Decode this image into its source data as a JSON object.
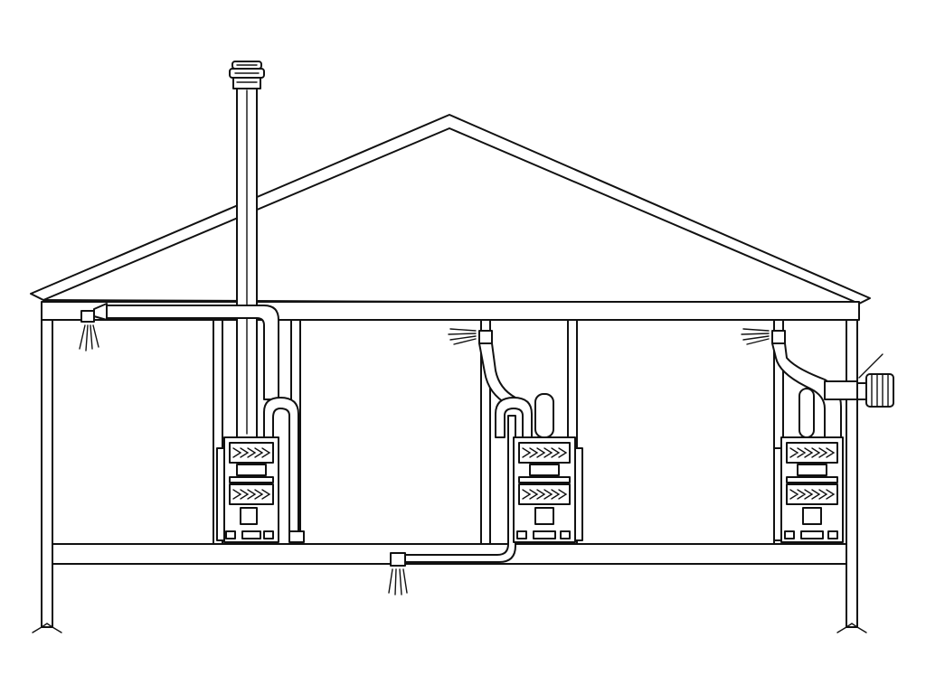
{
  "diagram": {
    "furnace_count": 3,
    "colors": {
      "line": "#111111",
      "background": "#ffffff"
    },
    "vent_types": [
      "roof-chimney-vent",
      "ceiling-duct",
      "floor-duct",
      "wall-side-vent"
    ]
  }
}
